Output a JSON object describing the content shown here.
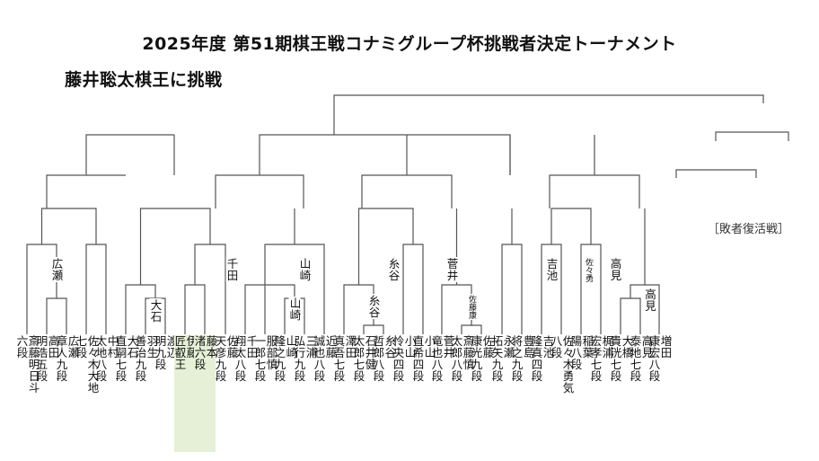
{
  "title": "2025年度 第51期棋王戦コナミグループ杯挑戦者決定トーナメント",
  "subtitle": "藤井聡太棋王に挑戦",
  "note": "［敗者復活戦］",
  "players": [
    {
      "id": "p1",
      "name": "斎藤明日斗",
      "rank": "六段"
    },
    {
      "id": "p2",
      "name": "高田",
      "rank": "明浩五段"
    },
    {
      "id": "p3",
      "name": "広瀬",
      "rank": "章人九段"
    },
    {
      "id": "p4",
      "name": "佐々木大地",
      "rank": "七段"
    },
    {
      "id": "p5",
      "name": "中村",
      "rank": "太地八段"
    },
    {
      "id": "p6",
      "name": "大石",
      "rank": "直嗣七段"
    },
    {
      "id": "p7",
      "name": "羽生",
      "rank": "善治九段"
    },
    {
      "id": "p8",
      "name": "渡辺",
      "rank": "明九段"
    },
    {
      "id": "p9",
      "name": "伊藤",
      "rank": "匠叡王",
      "highlight": true
    },
    {
      "id": "p10",
      "name": "藤本",
      "rank": "渚六段",
      "highlight": true
    },
    {
      "id": "p11",
      "name": "佐藤",
      "rank": "天彦九段"
    },
    {
      "id": "p12",
      "name": "千田",
      "rank": "翔太八段"
    },
    {
      "id": "p13",
      "name": "服部慎",
      "rank": "一郎七段"
    },
    {
      "id": "p14",
      "name": "山崎",
      "rank": "隆之九段"
    },
    {
      "id": "p15",
      "name": "三浦",
      "rank": "弘行九段"
    },
    {
      "id": "p16",
      "name": "近藤",
      "rank": "誠也八段"
    },
    {
      "id": "p17",
      "name": "澤田",
      "rank": "真吾七段"
    },
    {
      "id": "p18",
      "name": "石井健",
      "rank": "太郎七段"
    },
    {
      "id": "p19",
      "name": "糸谷",
      "rank": "哲郎八段"
    },
    {
      "id": "p20",
      "name": "小山",
      "rank": "怜央四段"
    },
    {
      "id": "p21",
      "name": "小山",
      "rank": "直希四段"
    },
    {
      "id": "p22",
      "name": "菅井",
      "rank": "竜也八段"
    },
    {
      "id": "p23",
      "name": "斎藤慎",
      "rank": "太郎八段"
    },
    {
      "id": "p24",
      "name": "佐藤",
      "rank": "康光九段"
    },
    {
      "id": "p25",
      "name": "永瀬",
      "rank": "拓矢九段"
    },
    {
      "id": "p26",
      "name": "豊島",
      "rank": "将之九段"
    },
    {
      "id": "p27",
      "name": "吉池",
      "rank": "隆真四段"
    },
    {
      "id": "p28",
      "name": "佐々木勇気",
      "rank": "八段"
    },
    {
      "id": "p29",
      "name": "稲葉",
      "rank": "陽八段"
    },
    {
      "id": "p30",
      "name": "梶浦",
      "rank": "宏孝七段"
    },
    {
      "id": "p31",
      "name": "大橋",
      "rank": "貴洸七段"
    },
    {
      "id": "p32",
      "name": "高見",
      "rank": "泰地七段"
    },
    {
      "id": "p33",
      "name": "増田",
      "rank": "康宏八段"
    }
  ],
  "winners": [
    {
      "id": "w1",
      "label": "広瀬"
    },
    {
      "id": "w2",
      "label": "大石"
    },
    {
      "id": "w3",
      "label": "千田"
    },
    {
      "id": "w4",
      "label": "山崎"
    },
    {
      "id": "w5",
      "label": "山崎"
    },
    {
      "id": "w6",
      "label": "糸谷"
    },
    {
      "id": "w7",
      "label": "糸谷"
    },
    {
      "id": "w8",
      "label": "菅井"
    },
    {
      "id": "w9",
      "label": "佐藤康"
    },
    {
      "id": "w10",
      "label": "吉池"
    },
    {
      "id": "w11",
      "label": "佐々勇"
    },
    {
      "id": "w12",
      "label": "高見"
    },
    {
      "id": "w13",
      "label": "高見"
    }
  ]
}
